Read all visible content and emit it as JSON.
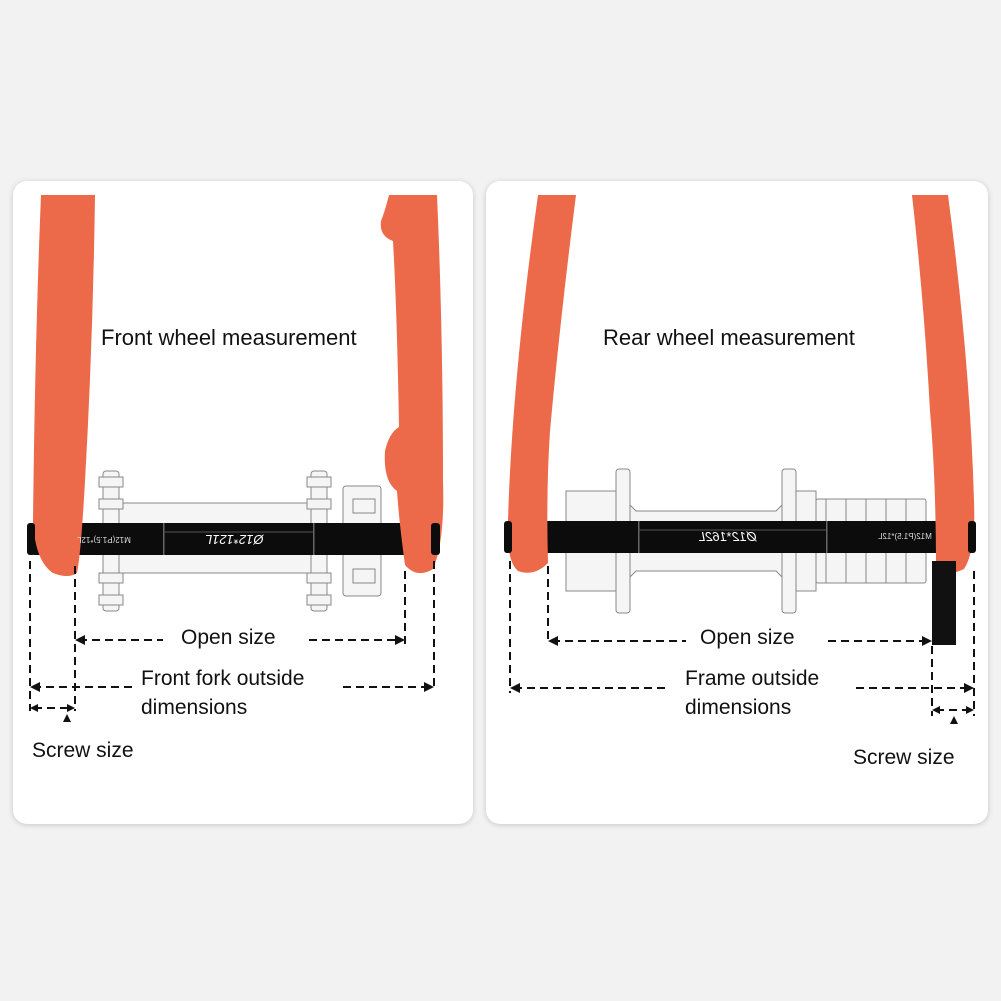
{
  "front": {
    "title": "Front wheel measurement",
    "open_size": "Open size",
    "outside_line1": "Front fork outside",
    "outside_line2": "dimensions",
    "screw_size": "Screw size",
    "axle_text": "Ø12*121L",
    "thread_text": "M12(P1.5)*12L"
  },
  "rear": {
    "title": "Rear wheel measurement",
    "open_size": "Open size",
    "outside_line1": "Frame outside",
    "outside_line2": "dimensions",
    "screw_size": "Screw size",
    "axle_text": "Ø12*162L",
    "thread_text": "M12(P1.5)*12L"
  },
  "colors": {
    "fork_orange": "#ec6a4a",
    "axle_black": "#0c0c0c",
    "hub_gray": "#f4f4f4",
    "outline": "#888888",
    "panel_bg": "#ffffff",
    "page_bg": "#f2f2f2"
  }
}
